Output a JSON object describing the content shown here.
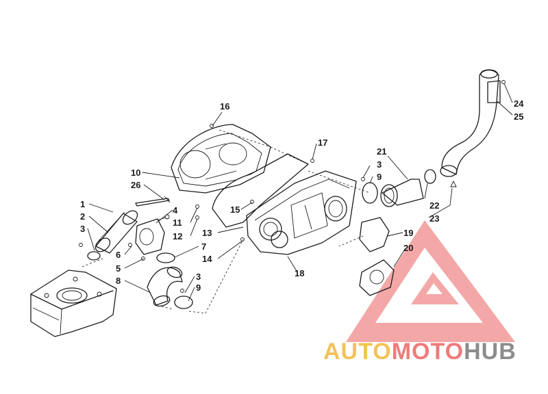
{
  "labels": {
    "l1": "1",
    "l2": "2",
    "l3a": "3",
    "l3b": "3",
    "l3c": "3",
    "l4": "4",
    "l5": "5",
    "l6": "6",
    "l7": "7",
    "l8": "8",
    "l9a": "9",
    "l9b": "9",
    "l10": "10",
    "l11": "11",
    "l12": "12",
    "l13": "13",
    "l14": "14",
    "l15": "15",
    "l16": "16",
    "l17": "17",
    "l18": "18",
    "l19": "19",
    "l20": "20",
    "l21": "21",
    "l22": "22",
    "l23": "23",
    "l24": "24",
    "l25": "25",
    "l26": "26"
  },
  "watermark": {
    "part1": "AUTO",
    "part2": "MOTO",
    "part3": "HUB",
    "color_auto": "#f2c35a",
    "color_moto": "#ef7b7b",
    "color_hub": "#8c8c8c",
    "logo_color": "#f08a8a"
  }
}
